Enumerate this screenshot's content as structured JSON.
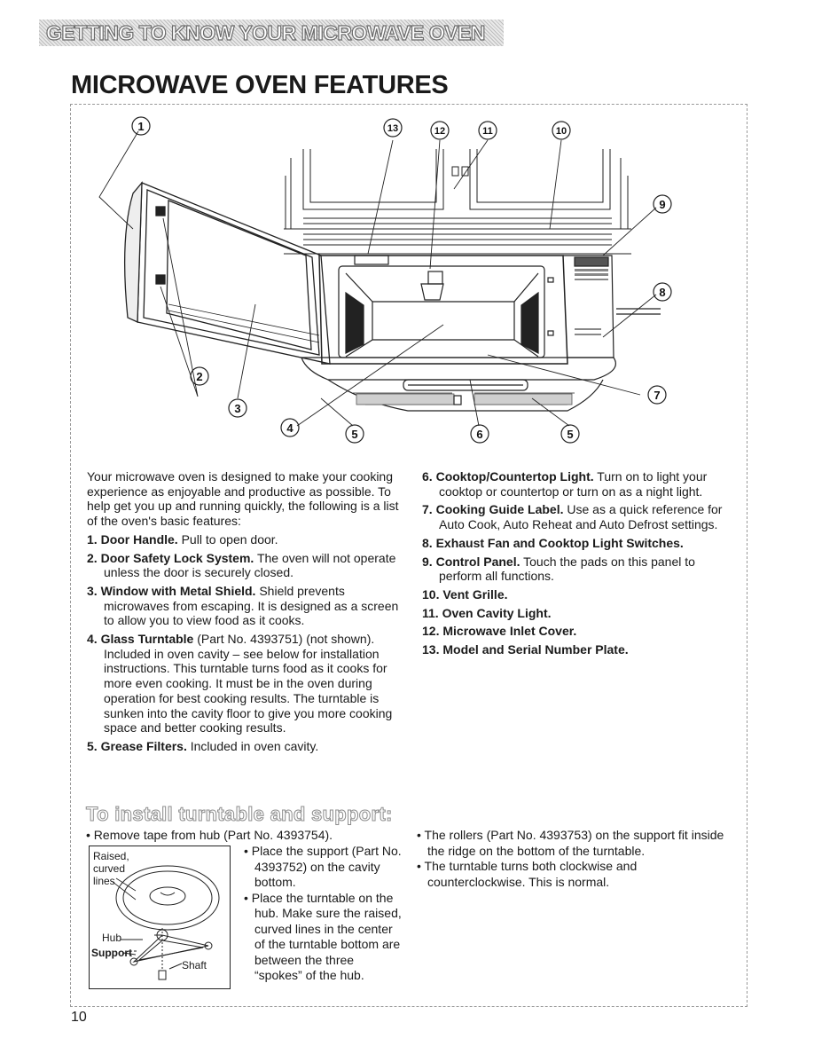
{
  "banner": {
    "text": "Getting to Know Your Microwave Oven"
  },
  "page_title": "MICROWAVE OVEN FEATURES",
  "callouts": [
    "1",
    "2",
    "3",
    "4",
    "5",
    "5",
    "6",
    "7",
    "8",
    "9",
    "10",
    "11",
    "12",
    "13"
  ],
  "intro": "Your microwave oven is designed to make your cooking experience as enjoyable and productive as possible. To help get you up and running quickly, the following is a list of the oven's basic features:",
  "features": [
    {
      "num": "1.",
      "name": "Door Handle.",
      "desc": " Pull to open door."
    },
    {
      "num": "2.",
      "name": "Door Safety Lock System.",
      "desc": " The oven will not operate unless the door is securely closed."
    },
    {
      "num": "3.",
      "name": "Window with Metal Shield.",
      "desc": " Shield prevents microwaves from escaping. It is designed as a screen to allow you to view food as it cooks."
    },
    {
      "num": "4.",
      "name": "Glass Turntable",
      "desc": " (Part No. 4393751) (not shown). Included in oven cavity – see below for installation instructions. This turntable turns food as it cooks for more even cooking. It must be in the oven during operation for best cooking results. The turntable is sunken into the cavity floor to give you more cooking space and better cooking results."
    },
    {
      "num": "5.",
      "name": "Grease Filters.",
      "desc": " Included in oven cavity."
    },
    {
      "num": "6.",
      "name": "Cooktop/Countertop Light.",
      "desc": " Turn on to light your cooktop or countertop or turn on as a night light."
    },
    {
      "num": "7.",
      "name": "Cooking Guide Label.",
      "desc": " Use as a quick reference for Auto Cook, Auto Reheat and Auto Defrost settings."
    },
    {
      "num": "8.",
      "name": "Exhaust Fan and Cooktop Light Switches.",
      "desc": ""
    },
    {
      "num": "9.",
      "name": "Control Panel.",
      "desc": " Touch the pads on this panel to perform all functions."
    },
    {
      "num": "10.",
      "name": "Vent Grille.",
      "desc": ""
    },
    {
      "num": "11.",
      "name": "Oven Cavity Light.",
      "desc": ""
    },
    {
      "num": "12.",
      "name": "Microwave Inlet Cover.",
      "desc": ""
    },
    {
      "num": "13.",
      "name": "Model and Serial Number Plate.",
      "desc": ""
    }
  ],
  "install": {
    "title": "To install turntable and support:",
    "bullets_left": [
      "Remove tape from hub (Part No. 4393754).",
      "Place the support (Part No. 4393752) on the cavity bottom.",
      "Place the turntable on the hub. Make sure the raised, curved lines in the center of the turntable bottom are between the three “spokes” of the hub."
    ],
    "bullets_right": [
      "The rollers (Part No. 4393753) on the support fit inside the ridge on the bottom of the turntable.",
      "The turntable turns both clockwise and counterclockwise. This is normal."
    ],
    "diagram_labels": {
      "raised": "Raised, curved lines",
      "hub": "Hub",
      "support": "Support",
      "shaft": "Shaft"
    }
  },
  "page_number": "10"
}
